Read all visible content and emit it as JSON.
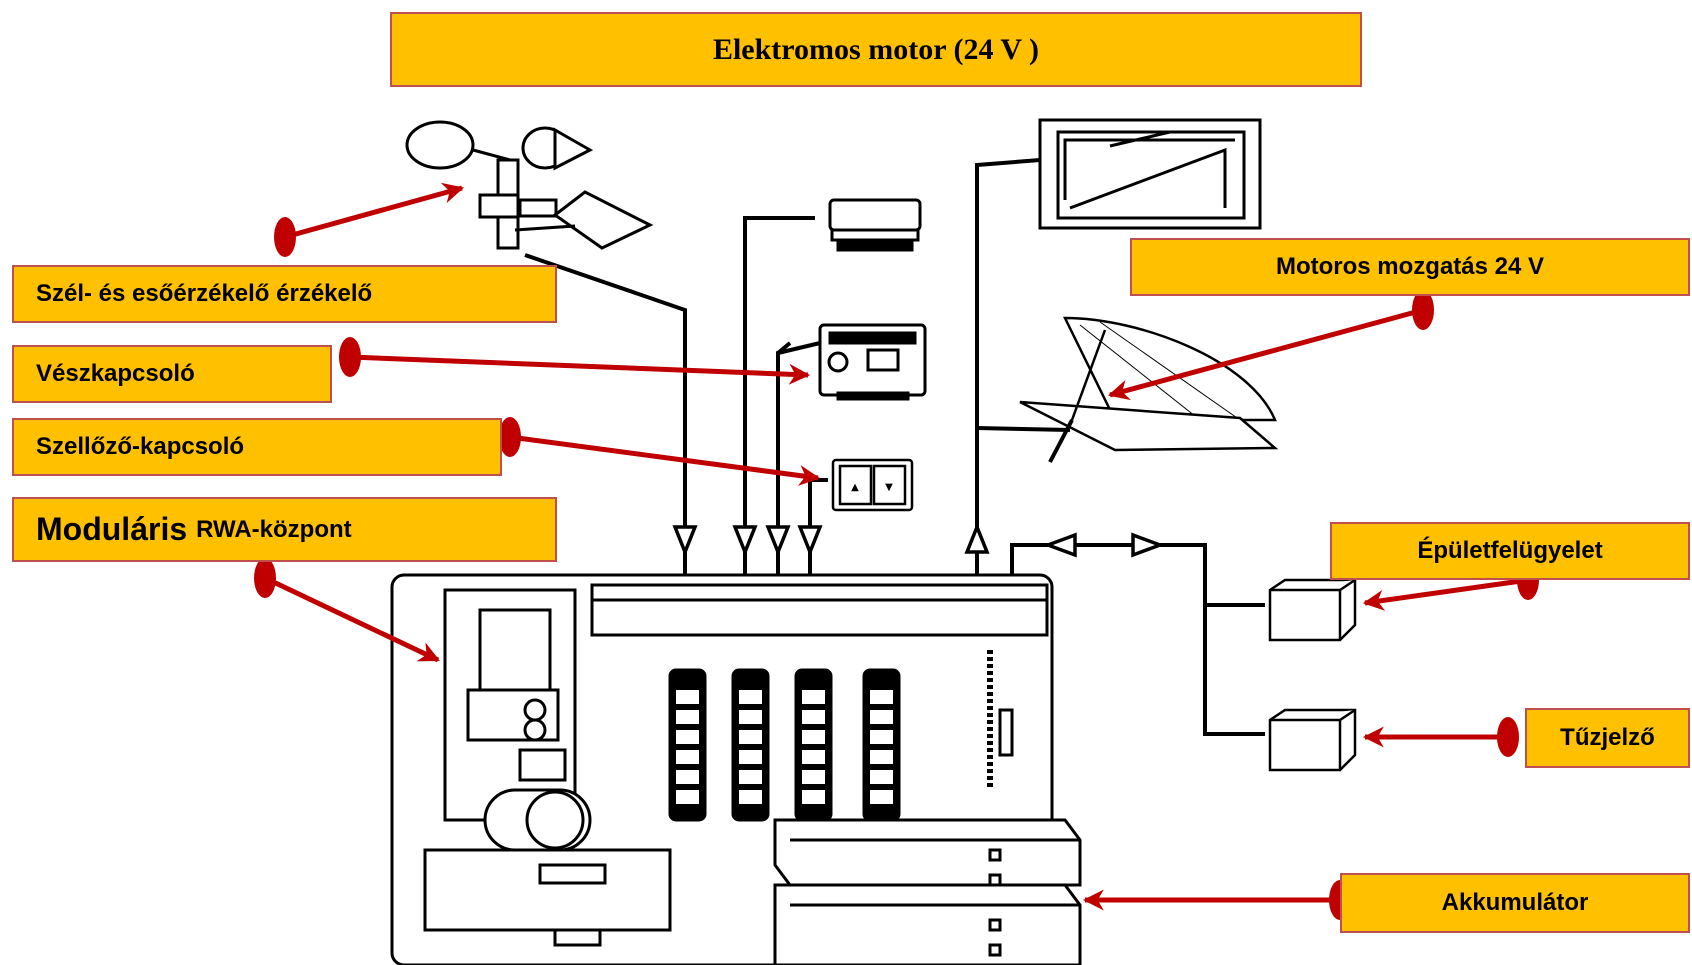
{
  "title": "Elektromos motor (24 V )",
  "labels": {
    "wind_rain_sensor": "Szél- és esőérzékelő érzékelő",
    "emergency_switch": "Vészkapcsoló",
    "ventilation_switch": "Szellőző-kapcsoló",
    "central_unit_big": "Moduláris",
    "central_unit_small": "RWA-központ",
    "motor_drive": "Motoros mozgatás 24 V",
    "building_supervision": "Épületfelügyelet",
    "fire_detector": "Tűzjelző",
    "battery": "Akkumulátor"
  },
  "colors": {
    "label_fill": "#ffc000",
    "label_border": "#c0504d",
    "arrow": "#c00000",
    "line": "#000000"
  },
  "icons": [
    "anemometer-icon",
    "smoke-detector-icon",
    "emergency-switch-icon",
    "vent-switch-icon",
    "window-icon",
    "skylight-icon",
    "building-monitor-icon",
    "fire-detector-icon",
    "control-panel-icon",
    "battery-icon"
  ]
}
